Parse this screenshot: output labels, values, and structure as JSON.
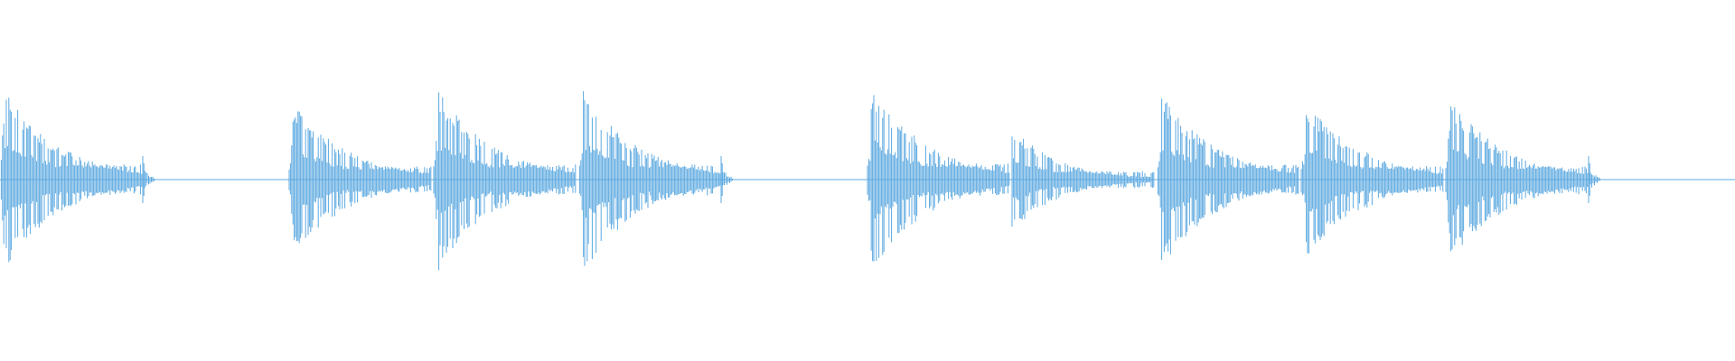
{
  "waveform": {
    "color": "#5DA9E0",
    "background": "#ffffff",
    "events": [
      {
        "kind": "hit",
        "amp_up": 1.0,
        "amp_dn": 1.0
      },
      {
        "kind": "tail"
      },
      {
        "kind": "hit",
        "amp_up": 0.86,
        "amp_dn": 0.85
      },
      {
        "kind": "hit",
        "amp_up": 1.0,
        "amp_dn": 1.0
      },
      {
        "kind": "hit",
        "amp_up": 1.0,
        "amp_dn": 1.05
      },
      {
        "kind": "tail"
      },
      {
        "kind": "hit",
        "amp_up": 1.05,
        "amp_dn": 1.05
      },
      {
        "kind": "sharp",
        "amp_up": 0.55,
        "amp_dn": 0.55
      },
      {
        "kind": "hit",
        "amp_up": 0.97,
        "amp_dn": 1.0
      },
      {
        "kind": "hit",
        "amp_up": 0.9,
        "amp_dn": 0.9,
        "second": 0.55
      },
      {
        "kind": "hit",
        "amp_up": 0.9,
        "amp_dn": 0.95
      },
      {
        "kind": "tail"
      }
    ]
  }
}
